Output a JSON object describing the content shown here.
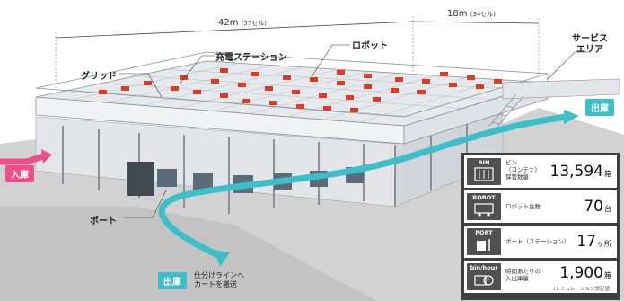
{
  "dimensions": {
    "length_label": "42m",
    "length_note": "(57セル)",
    "width_label": "18m",
    "width_note": "(34セル)"
  },
  "labels": {
    "grid": "グリッド",
    "charging_station": "充電ステーション",
    "robot": "ロボット",
    "service_area": "サービス\nエリア",
    "port": "ポート"
  },
  "flow": {
    "inbound": "入庫",
    "outbound_top": "出庫",
    "outbound_bottom": "出庫",
    "outbound_note": "仕分けラインへ\nカートを搬送"
  },
  "stats": [
    {
      "code": "BIN",
      "icon": "bin-icon",
      "desc": "ビン\n（コンテナ）\n保管数量",
      "value": "13,594",
      "unit": "箱",
      "sub": ""
    },
    {
      "code": "ROBOT",
      "icon": "robot-icon",
      "desc": "ロボット台数",
      "value": "70",
      "unit": "台",
      "sub": ""
    },
    {
      "code": "PORT",
      "icon": "port-icon",
      "desc": "ポート（ステーション）",
      "value": "17",
      "unit": "ヶ所",
      "sub": ""
    },
    {
      "code": "bin/hour",
      "icon": "throughput-icon",
      "desc": "時間あたりの\n入出庫量",
      "value": "1,900",
      "unit": "箱",
      "sub": "(シミュレーション想定値)"
    }
  ],
  "colors": {
    "inbound": "#ee4f8a",
    "outbound": "#3cbfc9",
    "robot": "#e03a22",
    "panel": "#3f3f3f"
  }
}
